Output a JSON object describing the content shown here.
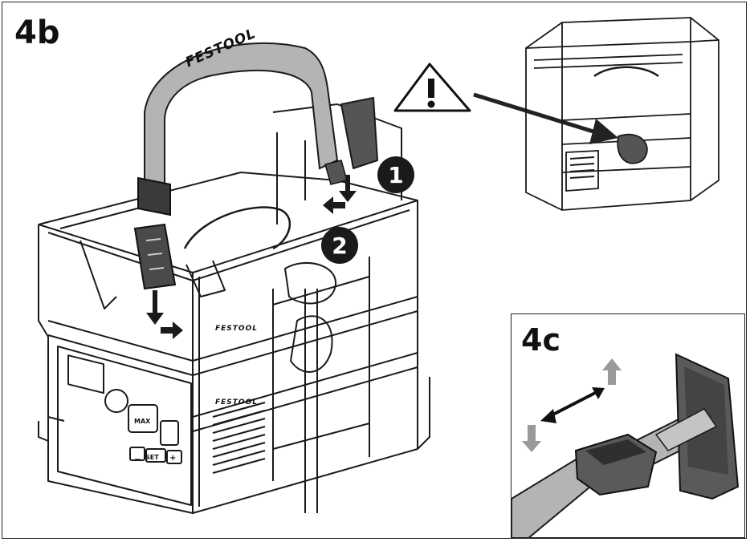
{
  "steps": {
    "main_label": "4b",
    "inset_label": "4c"
  },
  "callouts": {
    "one": "1",
    "two": "2"
  },
  "branding": {
    "strap_text": "FESTOOL",
    "body_text_1": "FESTOOL",
    "body_text_2": "FESTOOL"
  },
  "control_panel": {
    "max_label": "MAX",
    "set_label": "SET",
    "plus_label": "+",
    "minus_label": "−"
  },
  "icons": {
    "warning": "warning-triangle-icon",
    "power": "power-icon"
  },
  "colors": {
    "arrow_gray": "#9a9a9a",
    "strap_gray": "#b4b4b4",
    "dark": "#1a1a1a"
  }
}
